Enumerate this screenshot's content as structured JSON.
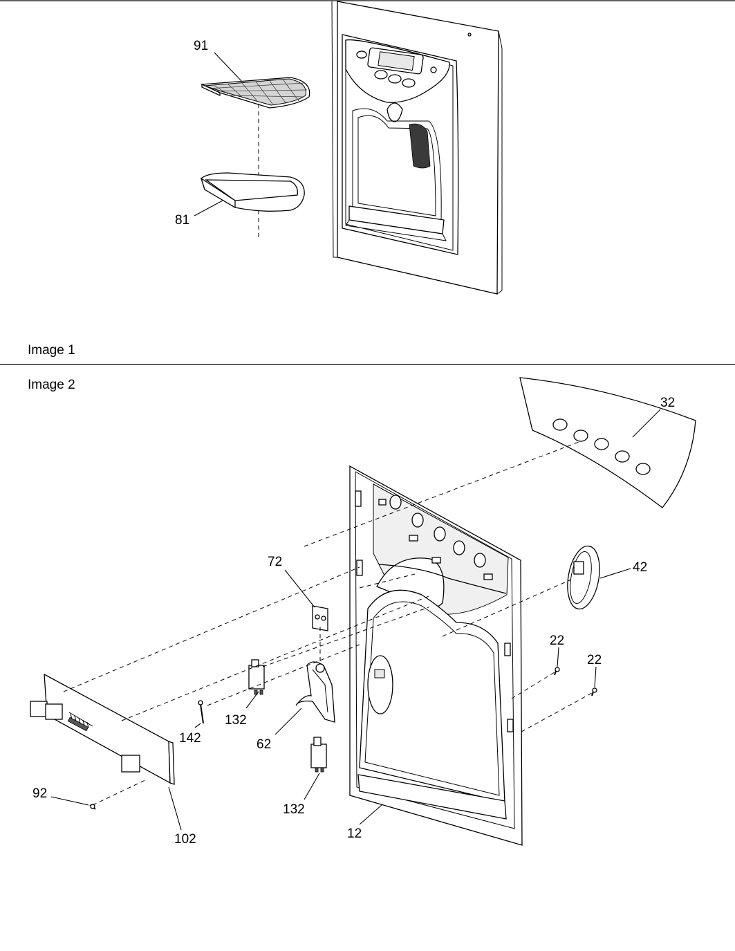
{
  "sections": [
    {
      "label": "Image 1"
    },
    {
      "label": "Image 2"
    }
  ],
  "callouts": {
    "p91": "91",
    "p81": "81",
    "p32": "32",
    "p42": "42",
    "p72": "72",
    "p22a": "22",
    "p22b": "22",
    "p142": "142",
    "p132a": "132",
    "p132b": "132",
    "p62": "62",
    "p92": "92",
    "p102": "102",
    "p12": "12"
  }
}
